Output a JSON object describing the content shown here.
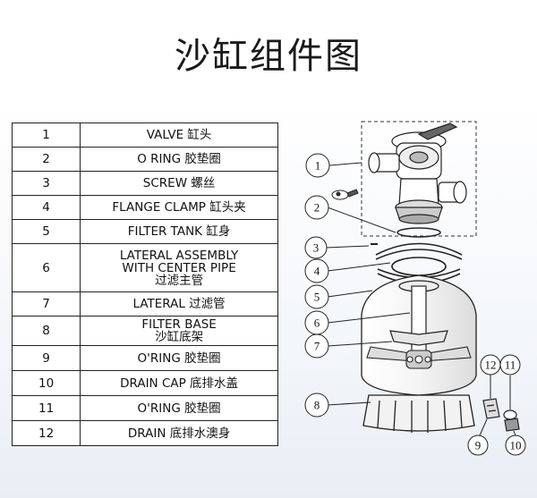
{
  "title": "沙缸组件图",
  "parts": [
    {
      "num": "1",
      "name": "VALVE 缸头"
    },
    {
      "num": "2",
      "name": "O RING 胶垫圈"
    },
    {
      "num": "3",
      "name": "SCREW 螺丝"
    },
    {
      "num": "4",
      "name": "FLANGE CLAMP 缸头夹"
    },
    {
      "num": "5",
      "name": "FILTER TANK 缸身"
    },
    {
      "num": "6",
      "name": "LATERAL ASSEMBLY\nWITH CENTER PIPE\n过滤主管"
    },
    {
      "num": "7",
      "name": "LATERAL 过滤管"
    },
    {
      "num": "8",
      "name": "FILTER BASE\n沙缸底架"
    },
    {
      "num": "9",
      "name": "O'RING 胶垫圈"
    },
    {
      "num": "10",
      "name": "DRAIN CAP 底排水盖"
    },
    {
      "num": "11",
      "name": "O'RING 胶垫圈"
    },
    {
      "num": "12",
      "name": "DRAIN 底排水澳身"
    }
  ],
  "callouts": [
    "1",
    "2",
    "3",
    "4",
    "5",
    "6",
    "7",
    "8",
    "12",
    "11",
    "9",
    "10"
  ]
}
